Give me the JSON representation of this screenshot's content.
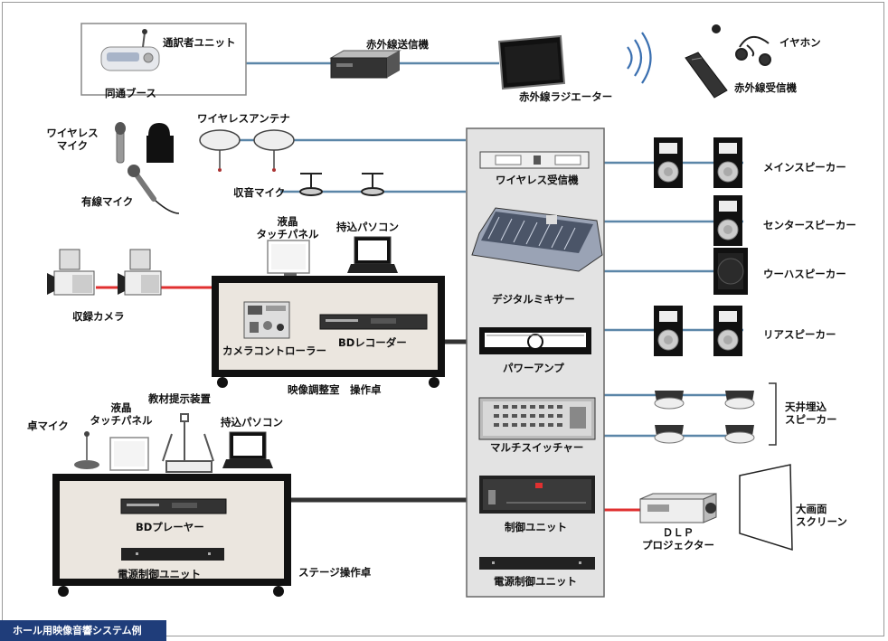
{
  "diagram": {
    "caption": "ホール用映像音響システム例",
    "booth": {
      "interpreter_unit": "通訳者ユニット",
      "booth_label": "同通ブース"
    },
    "ir": {
      "transmitter": "赤外線送信機",
      "radiator": "赤外線ラジエーター",
      "earphone": "イヤホン",
      "receiver": "赤外線受信機"
    },
    "mics": {
      "wireless_mic": "ワイヤレス\nマイク",
      "wired_mic": "有線マイク",
      "wireless_antenna": "ワイヤレスアンテナ",
      "pickup_mic": "収音マイク"
    },
    "video_room": {
      "lcd_panel": "液晶\nタッチパネル",
      "laptop": "持込パソコン",
      "cameras": "収録カメラ",
      "camera_controller": "カメラコントローラー",
      "bd_recorder": "BDレコーダー",
      "desk_label": "映像調整室　操作卓"
    },
    "stage": {
      "desk_mic": "卓マイク",
      "lcd_panel": "液晶\nタッチパネル",
      "presenter": "教材提示装置",
      "laptop": "持込パソコン",
      "bd_player": "BDプレーヤー",
      "power_unit": "電源制御ユニット",
      "desk_label": "ステージ操作卓"
    },
    "rack": {
      "wireless_receiver": "ワイヤレス受信機",
      "mixer": "デジタルミキサー",
      "power_amp": "パワーアンプ",
      "switcher": "マルチスイッチャー",
      "control_unit": "制御ユニット",
      "power_unit": "電源制御ユニット"
    },
    "speakers": {
      "main": "メインスピーカー",
      "center": "センタースピーカー",
      "woofer": "ウーハスピーカー",
      "rear": "リアスピーカー",
      "ceiling": "天井埋込\nスピーカー"
    },
    "projection": {
      "projector": "ＤＬＰ\nプロジェクター",
      "screen": "大画面\nスクリーン"
    },
    "colors": {
      "audio_line": "#5b86a8",
      "video_line": "#e03030",
      "trunk_line": "#333333",
      "desk_fill": "#ebe6df",
      "rack_fill": "#e3e3e3",
      "footer_bg": "#1f3d7a"
    }
  }
}
